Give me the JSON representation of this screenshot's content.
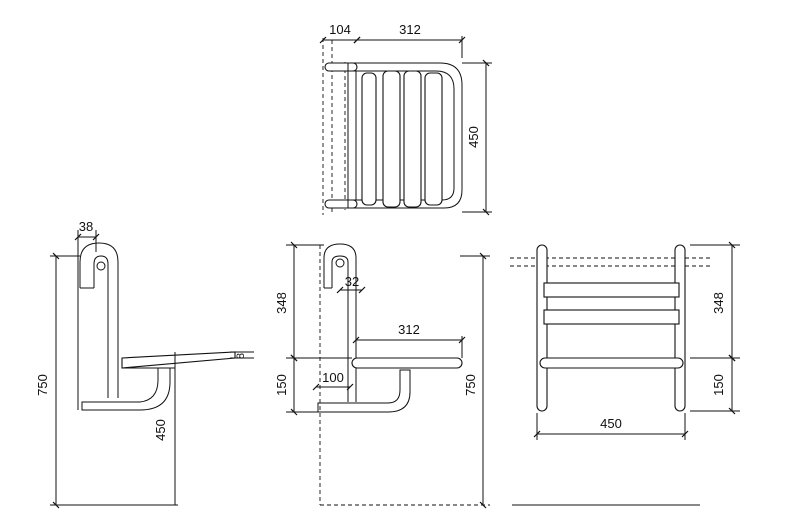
{
  "dims": {
    "top_wall": "104",
    "top_width": "312",
    "top_depth": "450",
    "side_tube": "38",
    "side_total": "750",
    "side_seat": "450",
    "side_small": "8",
    "front_upper": "348",
    "front_pipe": "32",
    "front_seat": "312",
    "front_lower": "150",
    "front_offset": "100",
    "front_total": "750",
    "rear_upper": "348",
    "rear_lower": "150",
    "rear_width": "450"
  }
}
